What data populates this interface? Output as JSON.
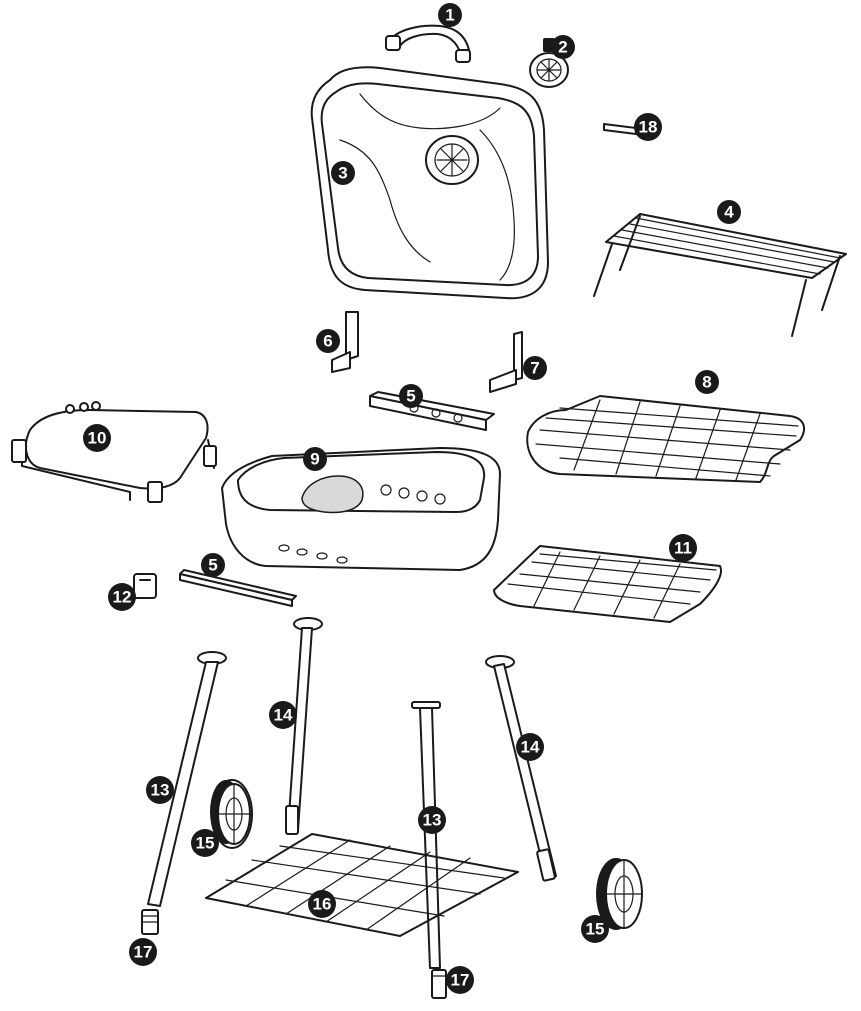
{
  "callouts": {
    "c1": "1",
    "c2": "2",
    "c3": "3",
    "c4": "4",
    "c5a": "5",
    "c5b": "5",
    "c6": "6",
    "c7": "7",
    "c8": "8",
    "c9": "9",
    "c10": "10",
    "c11": "11",
    "c12": "12",
    "c13a": "13",
    "c13b": "13",
    "c14a": "14",
    "c14b": "14",
    "c15a": "15",
    "c15b": "15",
    "c16": "16",
    "c17a": "17",
    "c17b": "17",
    "c18": "18"
  }
}
